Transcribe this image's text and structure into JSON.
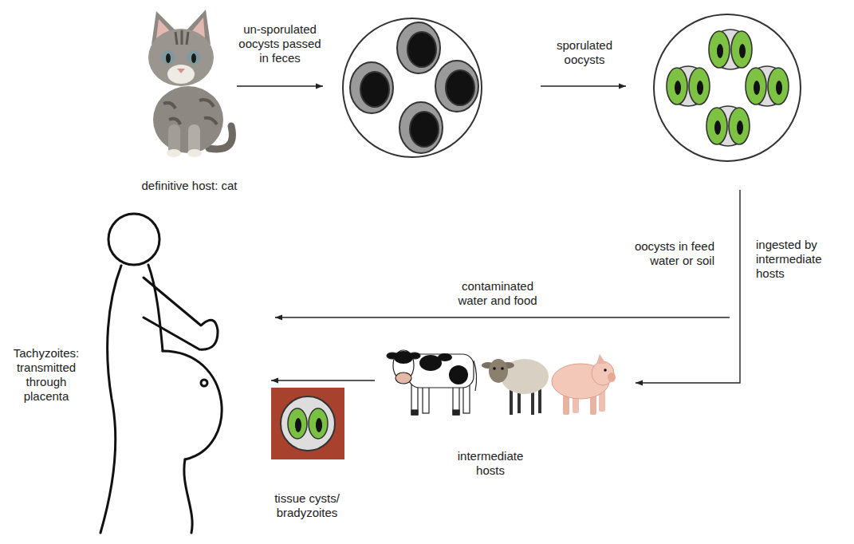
{
  "diagram": {
    "nodes": [
      {
        "text": [
          "definitive host: cat"
        ]
      },
      {
        "text": [
          "Tachyzoites: transmitted through placenta"
        ]
      },
      {
        "text": [
          "intermediate hosts"
        ]
      },
      {
        "text": [
          "tissue cysts/ bradyzoites"
        ]
      }
    ],
    "edges": [
      {
        "from": 2,
        "to": 1,
        "arrow": "to"
      }
    ],
    "labels": [
      "un-sporulated oocysts passed in feces",
      "sporulated oocysts",
      "oocysts in feed water or soil",
      "ingested by intermediate hosts",
      "contaminated water and food"
    ]
  }
}
